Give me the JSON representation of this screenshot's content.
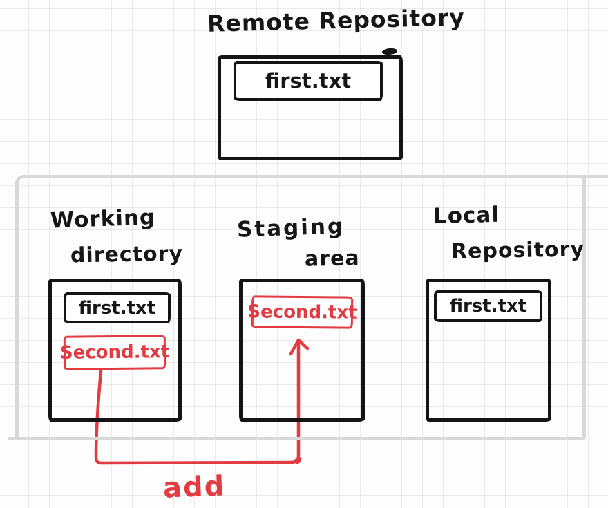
{
  "title": "Git areas hand-drawn diagram",
  "colors": {
    "ink": "#161616",
    "accent_red": "#e23b41",
    "container_gray": "#d8d8d8",
    "grid_gray": "#ececec",
    "background": "#fdfdfd"
  },
  "remote": {
    "label": "Remote Repository",
    "files": [
      {
        "name": "first.txt",
        "color": "ink"
      }
    ]
  },
  "sections": [
    {
      "id": "working-directory",
      "label_line1": "Working",
      "label_line2": "directory",
      "files": [
        {
          "name": "first.txt",
          "color": "ink"
        },
        {
          "name": "Second.txt",
          "color": "red"
        }
      ]
    },
    {
      "id": "staging-area",
      "label_line1": "Staging",
      "label_line2": "area",
      "files": [
        {
          "name": "Second.txt",
          "color": "red"
        }
      ]
    },
    {
      "id": "local-repository",
      "label_line1": "Local",
      "label_line2": "Repository",
      "files": [
        {
          "name": "first.txt",
          "color": "ink"
        }
      ]
    }
  ],
  "arrow": {
    "label": "add",
    "from": "working-directory Second.txt",
    "to": "staging-area Second.txt",
    "color": "#e23b41"
  }
}
